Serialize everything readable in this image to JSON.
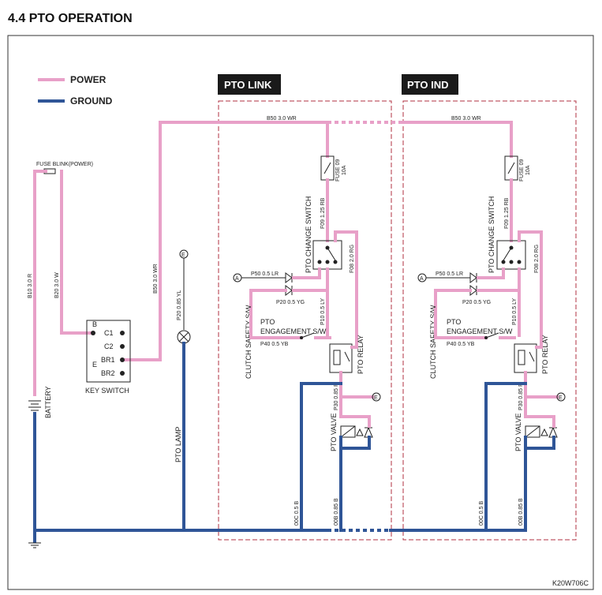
{
  "title": "4.4  PTO OPERATION",
  "legend": {
    "power_label": "POWER",
    "ground_label": "GROUND",
    "power_color": "#e8a0c8",
    "ground_color": "#2f5597"
  },
  "sections": {
    "link": "PTO LINK",
    "ind": "PTO IND"
  },
  "left": {
    "fuse_label": "FUSE BLINK(POWER)",
    "wire_b10": "B10 3.0 R",
    "wire_b20": "B20 3.0 W",
    "wire_b50": "B50 3.0 WR",
    "wire_p20": "P20 0.85 YL",
    "battery": "BATTERY",
    "pto_lamp": "PTO LAMP",
    "key_switch": "KEY SWITCH",
    "pins": {
      "b": "B",
      "c1": "C1",
      "c2": "C2",
      "e": "E",
      "br1": "BR1",
      "br2": "BR2"
    },
    "connector_e": "E"
  },
  "link": {
    "top_wire": "B50 3.0 WR",
    "fuse": "FUSE 09",
    "fuse_rating": "10A",
    "wire_f09": "F09 1.25 RB",
    "change_switch": "PTO CHANGE SWITCH",
    "wire_f08": "F08 2.0 RG",
    "wire_p50": "P50 0.5 LR",
    "wire_p20": "P20 0.5 YG",
    "wire_p10": "P10 0.5 LY",
    "clutch_safety": "CLUTCH SAFETY S/W",
    "engagement_line1": "PTO",
    "engagement_line2": "ENGAGEMENT S/W",
    "wire_p40": "P40 0.5 YB",
    "relay": "PTO RELAY",
    "wire_p30": "P30 0.85 R",
    "valve": "PTO VALVE",
    "wire_00c": "00C 0.5 B",
    "wire_00b": "00B 0.85 B",
    "connector_a": "A",
    "connector_e": "E"
  },
  "ind": {
    "top_wire": "B50 3.0 WR",
    "fuse": "FUSE 09",
    "fuse_rating": "10A",
    "wire_f09": "F09 1.25 RB",
    "change_switch": "PTO CHANGE SWITCH",
    "wire_f08": "F08 2.0 RG",
    "wire_p50": "P50 0.5 LR",
    "wire_p20": "P20 0.5 YG",
    "wire_p10": "P10 0.5 LY",
    "clutch_safety": "CLUTCH SAFETY S/W",
    "engagement_line1": "PTO",
    "engagement_line2": "ENGAGEMENT S/W",
    "wire_p40": "P40 0.5 YB",
    "relay": "PTO RELAY",
    "wire_p30": "P30 0.85 R",
    "valve": "PTO VALVE",
    "wire_00c": "00C 0.5 B",
    "wire_00b": "00B 0.85 B",
    "connector_a": "A",
    "connector_e": "E"
  },
  "figure_code": "K20W706C"
}
